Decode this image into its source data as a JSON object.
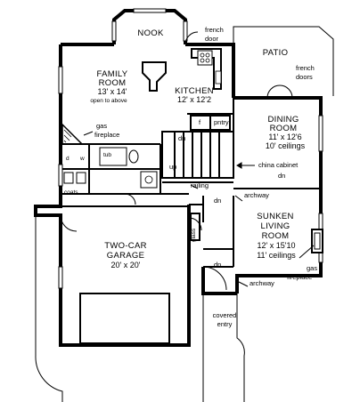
{
  "rooms": {
    "nook": {
      "name": "NOOK"
    },
    "patio": {
      "name": "PATIO"
    },
    "family": {
      "name_line1": "FAMILY",
      "name_line2": "ROOM",
      "dims": "13' x 14'",
      "note": "open to above"
    },
    "kitchen": {
      "name": "KITCHEN",
      "dims": "12' x 12'2"
    },
    "dining": {
      "name_line1": "DINING",
      "name_line2": "ROOM",
      "dims": "11' x 12'6",
      "ceiling": "10' ceilings"
    },
    "living": {
      "name_line1": "SUNKEN",
      "name_line2": "LIVING",
      "name_line3": "ROOM",
      "dims": "12' x 15'10",
      "ceiling": "11' ceilings"
    },
    "garage": {
      "name_line1": "TWO-CAR",
      "name_line2": "GARAGE",
      "dims": "20' x 20'"
    }
  },
  "labels": {
    "french_door_line1": "french",
    "french_door_line2": "door",
    "french_doors_line1": "french",
    "french_doors_line2": "doors",
    "gas_fireplace_family_line1": "gas",
    "gas_fireplace_family_line2": "fireplace",
    "gas_fireplace_living_line1": "gas",
    "gas_fireplace_living_line2": "fireplace",
    "pantry": "pntry",
    "fridge": "f",
    "china_cabinet": "china cabinet",
    "dn_dining": "dn",
    "dn_stair": "dn",
    "dn_hall": "dn",
    "up": "up",
    "railing": "railing",
    "archway_upper": "archway",
    "archway_lower": "archway",
    "tub": "tub",
    "washer": "w",
    "dryer": "d",
    "coats": "coats",
    "glass": "glass",
    "covered_entry_line1": "covered",
    "covered_entry_line2": "entry"
  }
}
